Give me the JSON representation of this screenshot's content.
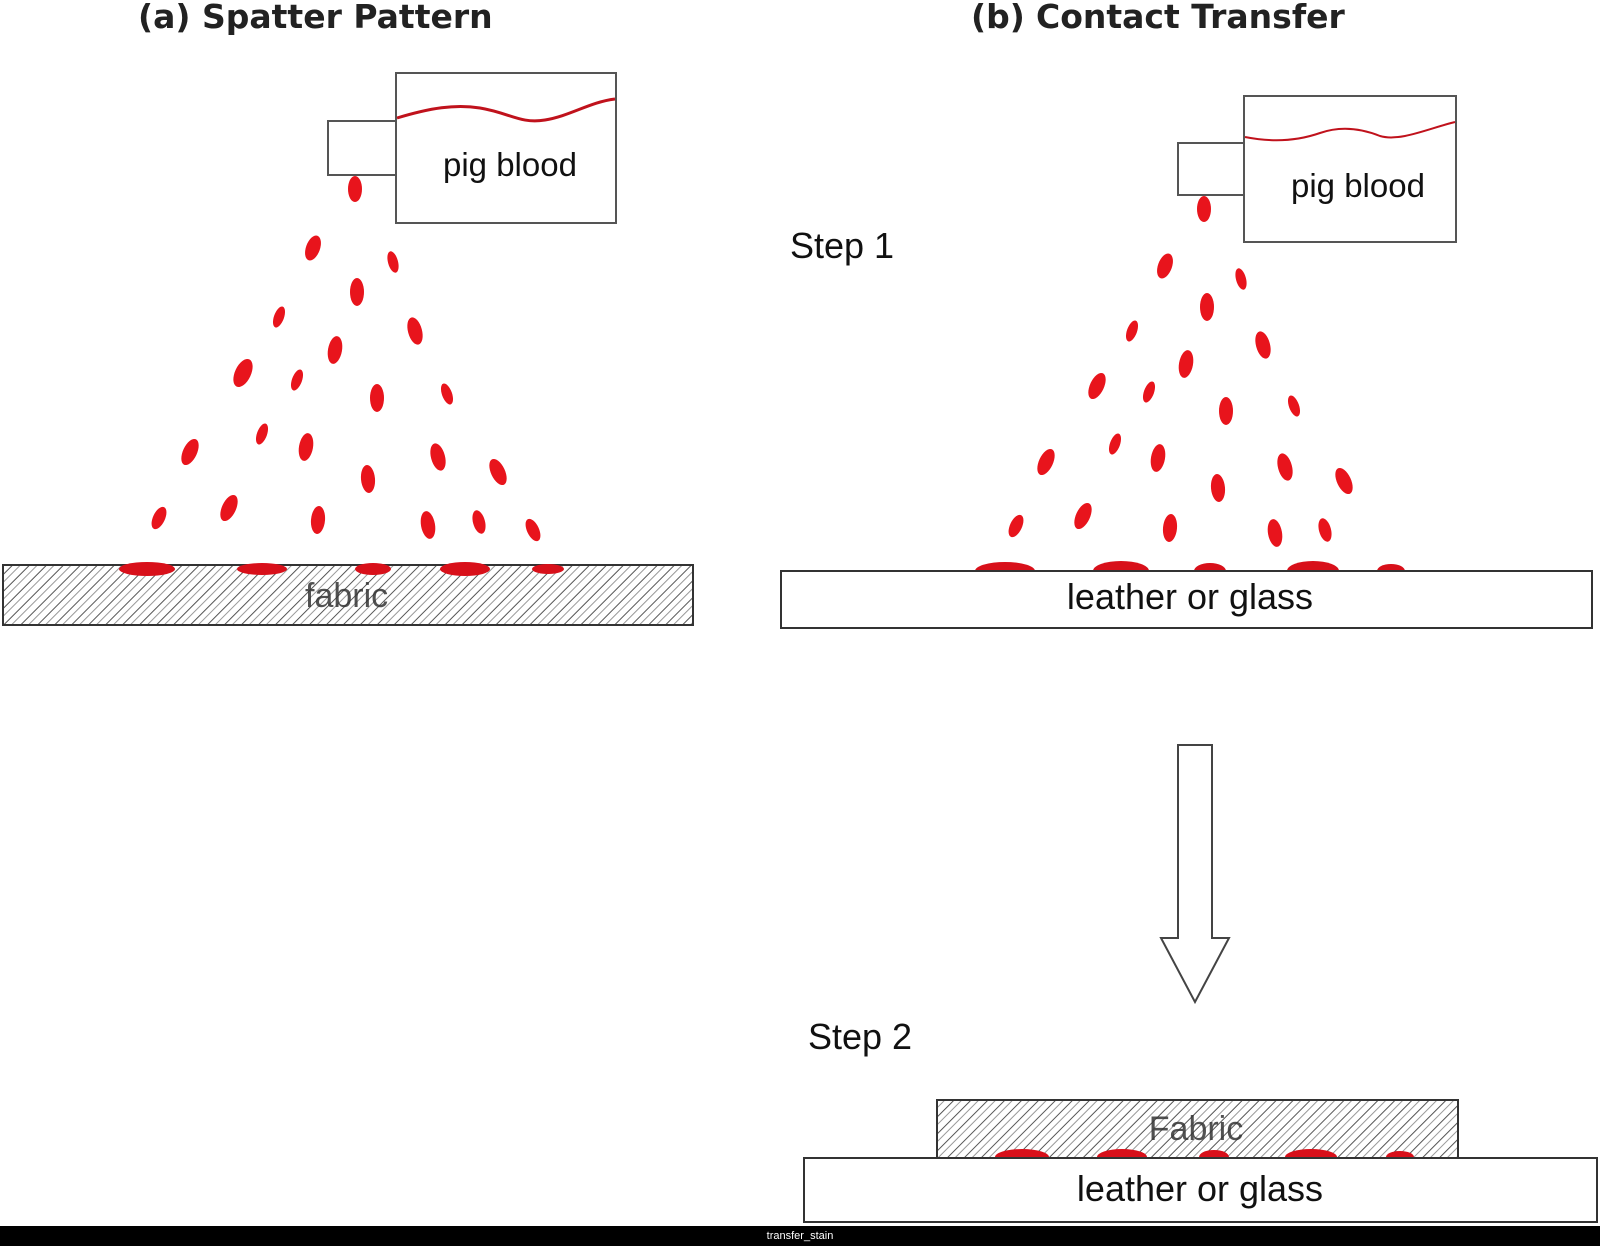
{
  "panel_a": {
    "letter": "(a)",
    "title": "Spatter Pattern",
    "container_label": "pig blood",
    "surface_label": "fabric"
  },
  "panel_b": {
    "letter": "(b)",
    "title": "Contact Transfer",
    "container_label": "pig blood",
    "step1_label": "Step 1",
    "step2_label": "Step 2",
    "surface_label_step1": "leather or glass",
    "fabric_label_step2": "Fabric",
    "surface_label_step2": "leather or glass"
  },
  "footer": {
    "caption": "transfer_stain"
  },
  "colors": {
    "blood": "#e8141c",
    "outline": "#555555",
    "background": "#ffffff"
  }
}
